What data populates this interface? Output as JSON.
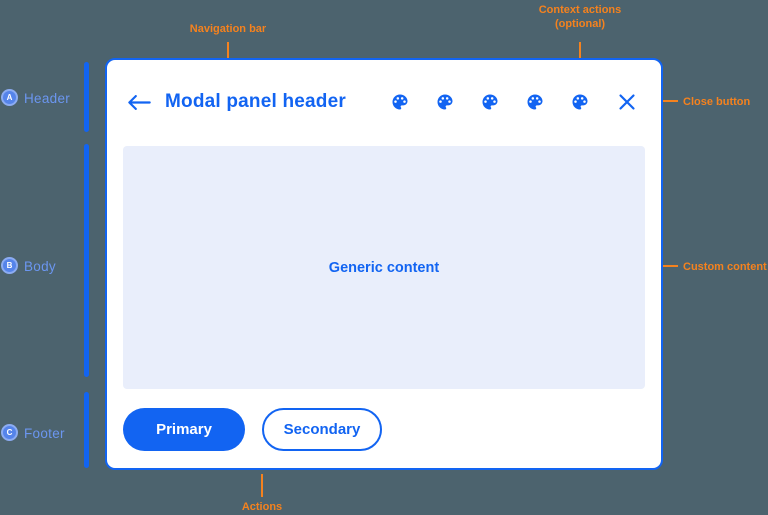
{
  "colors": {
    "background": "#4C636E",
    "accent_blue": "#1264F2",
    "content_fill": "#E9EEFB",
    "annotation_orange": "#F5821E",
    "side_label_blue": "#6B96F0"
  },
  "side_sections": [
    {
      "letter": "A",
      "label": "Header"
    },
    {
      "letter": "B",
      "label": "Body"
    },
    {
      "letter": "C",
      "label": "Footer"
    }
  ],
  "callouts": {
    "navigation_bar": "Navigation bar",
    "context_actions": "Context actions",
    "context_actions_optional": "(optional)",
    "close_button": "Close button",
    "custom_content": "Custom content",
    "actions": "Actions"
  },
  "modal": {
    "back_icon": "back-arrow-icon",
    "title": "Modal panel header",
    "context_action_icons": [
      "palette-icon",
      "palette-icon",
      "palette-icon",
      "palette-icon",
      "palette-icon"
    ],
    "close_icon": "close-icon",
    "body_text": "Generic content",
    "primary_button": "Primary",
    "secondary_button": "Secondary"
  }
}
